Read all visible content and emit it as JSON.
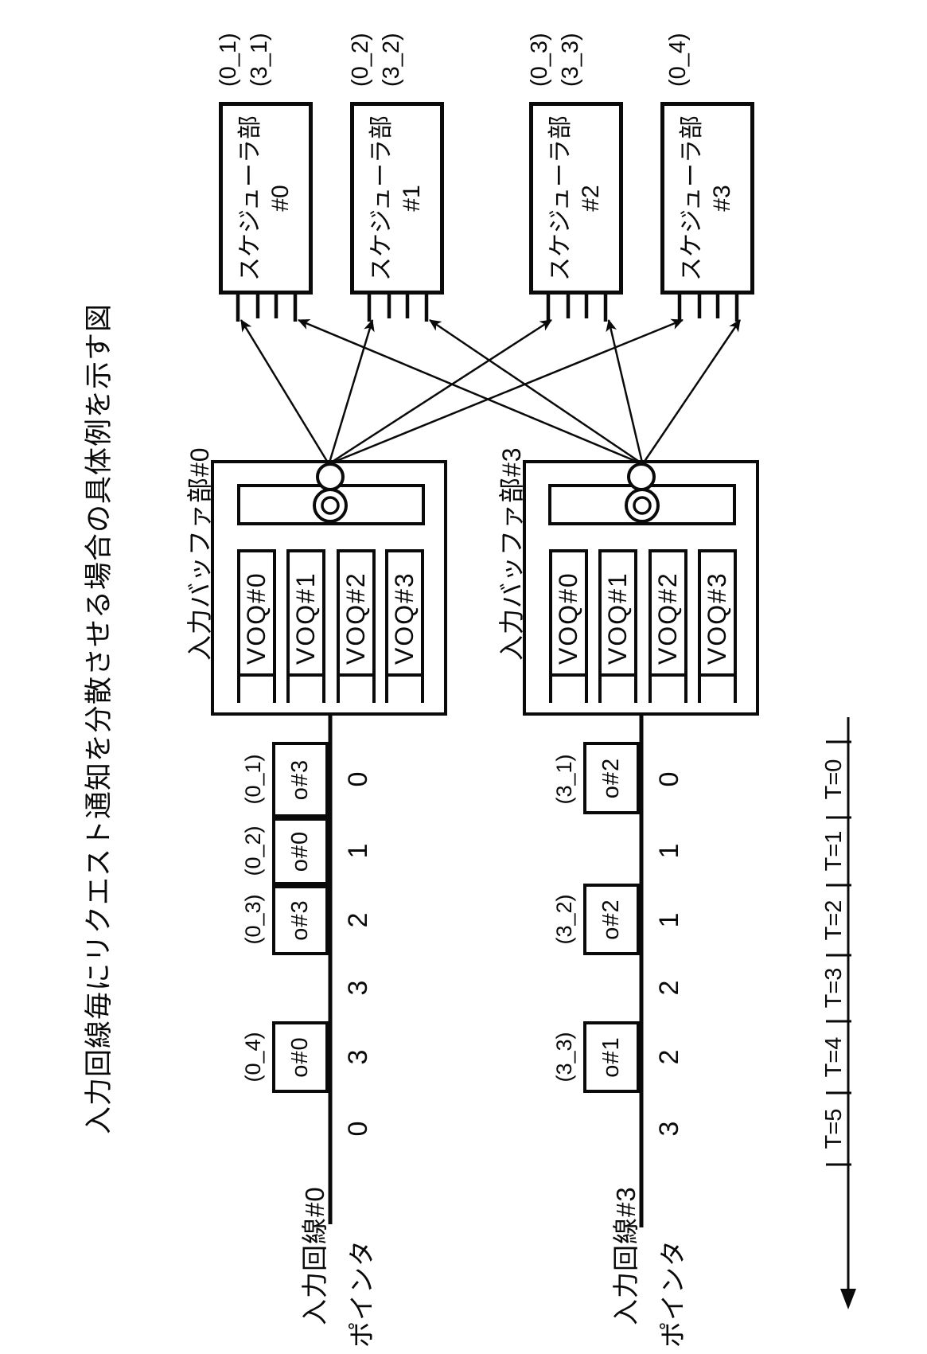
{
  "title": "入力回線毎にリクエスト通知を分散させる場合の具体例を示す図",
  "colors": {
    "ink": "#0a0a0a",
    "paper": "#ffffff"
  },
  "schedulers": [
    {
      "name": "スケジューラ部",
      "id": "#0",
      "labels": [
        "(0_1)",
        "(3_1)"
      ]
    },
    {
      "name": "スケジューラ部",
      "id": "#1",
      "labels": [
        "(0_2)",
        "(3_2)"
      ]
    },
    {
      "name": "スケジューラ部",
      "id": "#2",
      "labels": [
        "(0_3)",
        "(3_3)"
      ]
    },
    {
      "name": "スケジューラ部",
      "id": "#3",
      "labels": [
        "(0_4)"
      ]
    }
  ],
  "buffers": [
    {
      "label": "入力バッファ部#0",
      "voqs": [
        "VOQ#0",
        "VOQ#1",
        "VOQ#2",
        "VOQ#3"
      ]
    },
    {
      "label": "入力バッファ部#3",
      "voqs": [
        "VOQ#0",
        "VOQ#1",
        "VOQ#2",
        "VOQ#3"
      ]
    }
  ],
  "connections": {
    "from_buffer_0_to": [
      "スケジューラ部#0",
      "スケジューラ部#1",
      "スケジューラ部#2",
      "スケジューラ部#3"
    ],
    "from_buffer_3_to": [
      "スケジューラ部#0",
      "スケジューラ部#1",
      "スケジューラ部#2",
      "スケジューラ部#3"
    ]
  },
  "timelines": [
    {
      "line_label": "入力回線#0",
      "pointer_label": "ポインタ",
      "slots": [
        {
          "time": "T=5",
          "pointer": "0",
          "cell": null
        },
        {
          "time": "T=4",
          "pointer": "3",
          "cell": {
            "label": "(0_4)",
            "value": "o#0"
          }
        },
        {
          "time": "T=3",
          "pointer": "3",
          "cell": null
        },
        {
          "time": "T=2",
          "pointer": "2",
          "cell": {
            "label": "(0_3)",
            "value": "o#3"
          }
        },
        {
          "time": "T=1",
          "pointer": "1",
          "cell": {
            "label": "(0_2)",
            "value": "o#0"
          }
        },
        {
          "time": "T=0",
          "pointer": "0",
          "cell": {
            "label": "(0_1)",
            "value": "o#3"
          }
        }
      ]
    },
    {
      "line_label": "入力回線#3",
      "pointer_label": "ポインタ",
      "slots": [
        {
          "time": "T=5",
          "pointer": "3",
          "cell": null
        },
        {
          "time": "T=4",
          "pointer": "2",
          "cell": {
            "label": "(3_3)",
            "value": "o#1"
          }
        },
        {
          "time": "T=3",
          "pointer": "2",
          "cell": null
        },
        {
          "time": "T=2",
          "pointer": "1",
          "cell": {
            "label": "(3_2)",
            "value": "o#2"
          }
        },
        {
          "time": "T=1",
          "pointer": "1",
          "cell": null
        },
        {
          "time": "T=0",
          "pointer": "0",
          "cell": {
            "label": "(3_1)",
            "value": "o#2"
          }
        }
      ]
    }
  ],
  "time_axis": {
    "labels": [
      "T=5",
      "T=4",
      "T=3",
      "T=2",
      "T=1",
      "T=0"
    ]
  }
}
